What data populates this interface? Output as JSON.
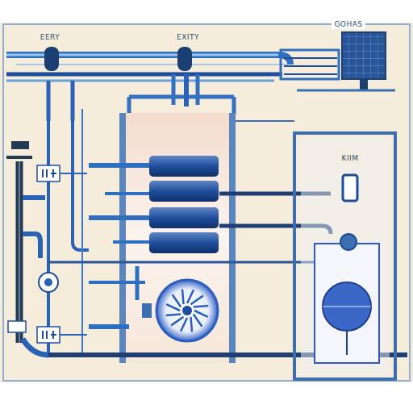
{
  "diagram": {
    "labels": [
      "EERY",
      "EXITY",
      "GOHAS",
      "KIIM"
    ]
  }
}
